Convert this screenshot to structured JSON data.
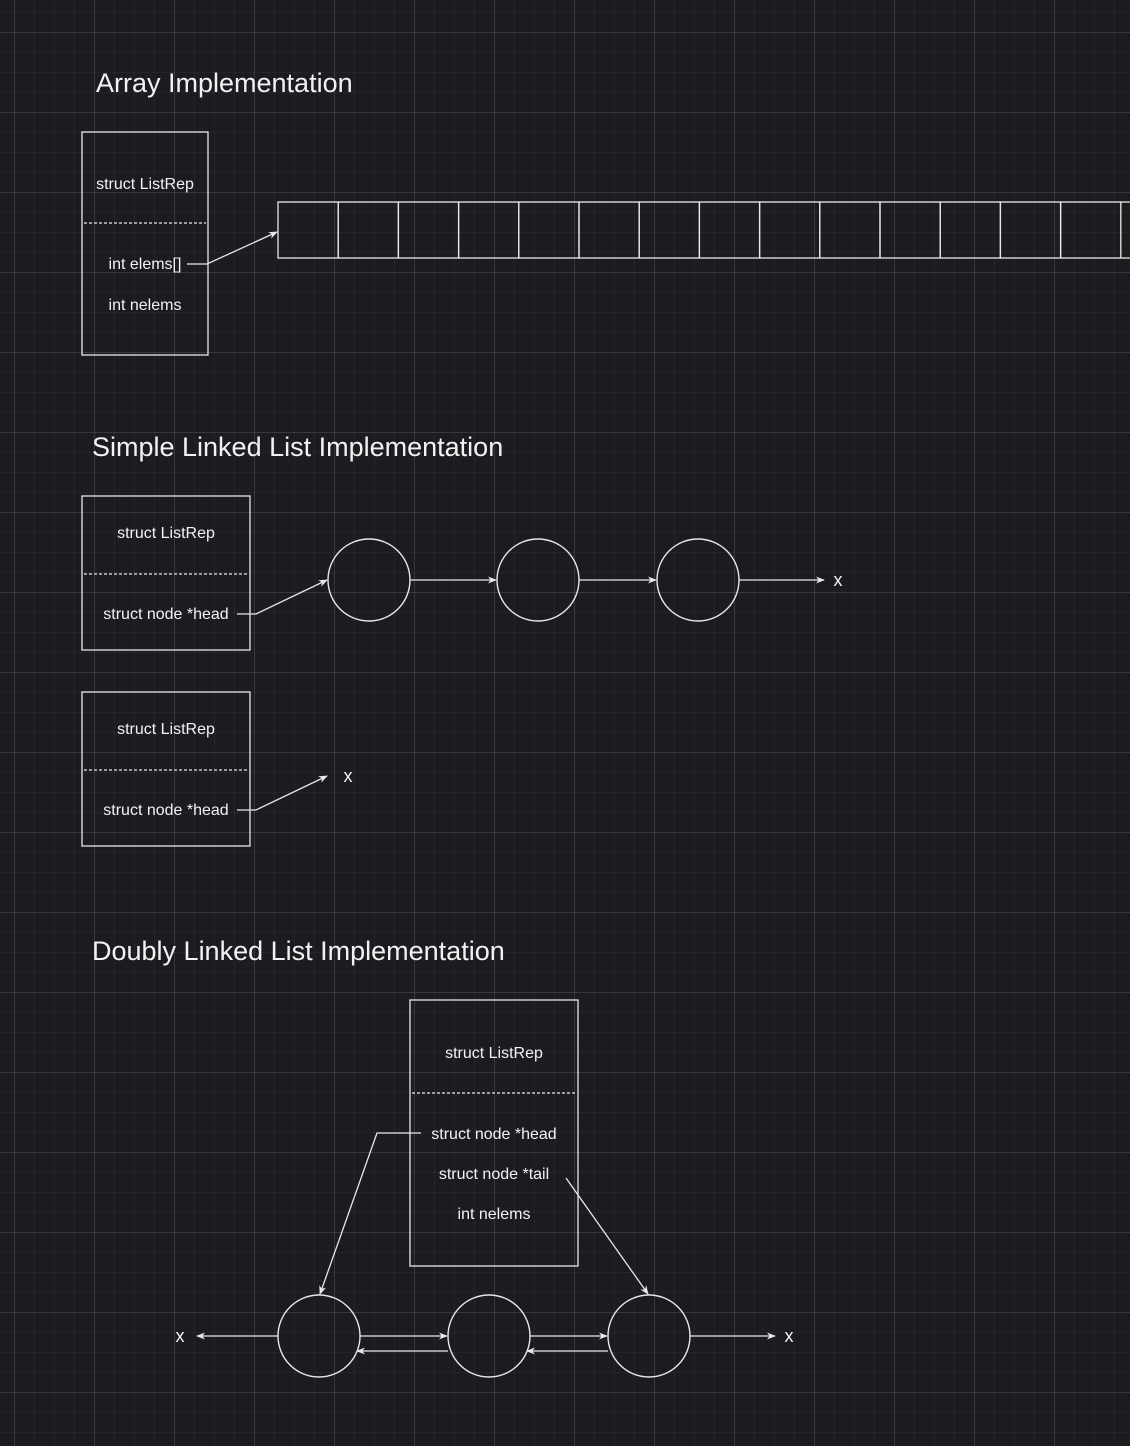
{
  "sections": {
    "array": {
      "title": "Array Implementation",
      "struct": {
        "name": "struct ListRep",
        "fields": [
          "int elems[]",
          "int nelems"
        ]
      },
      "array_cells": 14
    },
    "simple": {
      "title": "Simple Linked List Implementation",
      "populated": {
        "struct_name": "struct ListRep",
        "field": "struct node *head",
        "node_count": 3,
        "terminator": "x"
      },
      "empty": {
        "struct_name": "struct ListRep",
        "field": "struct node *head",
        "terminator": "x"
      }
    },
    "doubly": {
      "title": "Doubly Linked List Implementation",
      "struct": {
        "name": "struct ListRep",
        "fields": [
          "struct node *head",
          "struct node *tail",
          "int nelems"
        ]
      },
      "node_count": 3,
      "left_terminator": "x",
      "right_terminator": "x"
    }
  },
  "colors": {
    "background": "#1d1b20",
    "stroke": "#e8e8e8",
    "text": "#f2f2f2"
  }
}
